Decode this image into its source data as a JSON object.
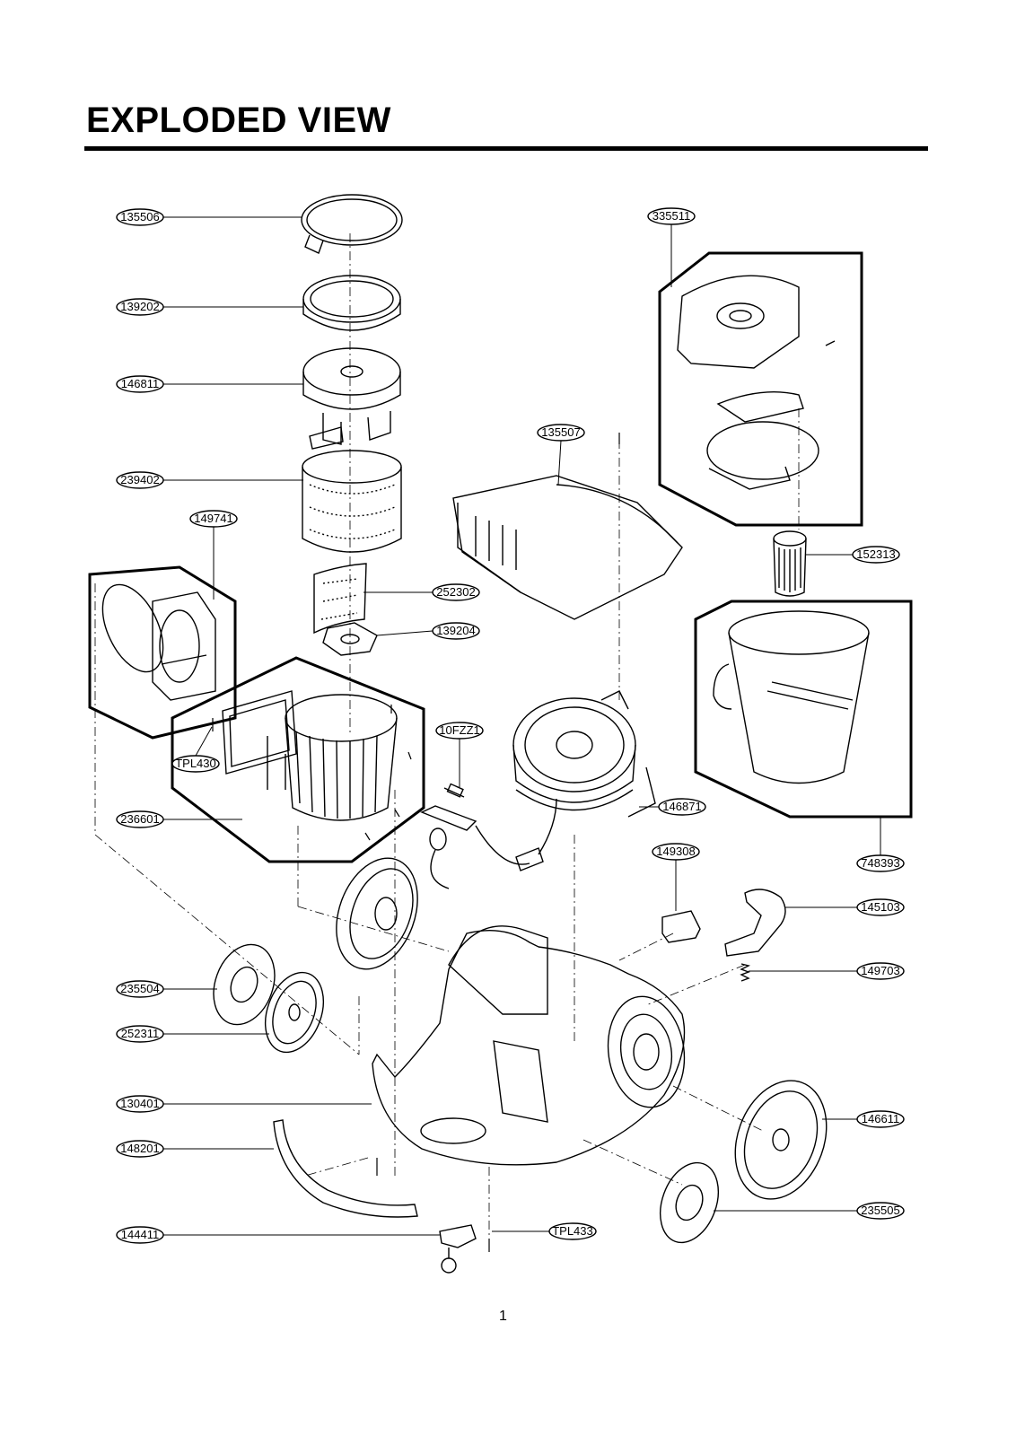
{
  "title": "EXPLODED VIEW",
  "page_number": "1",
  "parts": {
    "p135506": "135506",
    "p139202": "139202",
    "p146811": "146811",
    "p239402": "239402",
    "p149741": "149741",
    "p252302": "252302",
    "p139204": "139204",
    "pTPL430": "TPL430",
    "p236601": "236601",
    "p135507": "135507",
    "p335511": "335511",
    "p152313": "152313",
    "p10FZZ1": "10FZZ1",
    "p146871": "146871",
    "p149308": "149308",
    "p748393": "748393",
    "p145103": "145103",
    "p149703": "149703",
    "p235504": "235504",
    "p252311": "252311",
    "p130401": "130401",
    "p148201": "148201",
    "p146611": "146611",
    "p235505": "235505",
    "p144411": "144411",
    "pTPL433": "TPL433"
  }
}
